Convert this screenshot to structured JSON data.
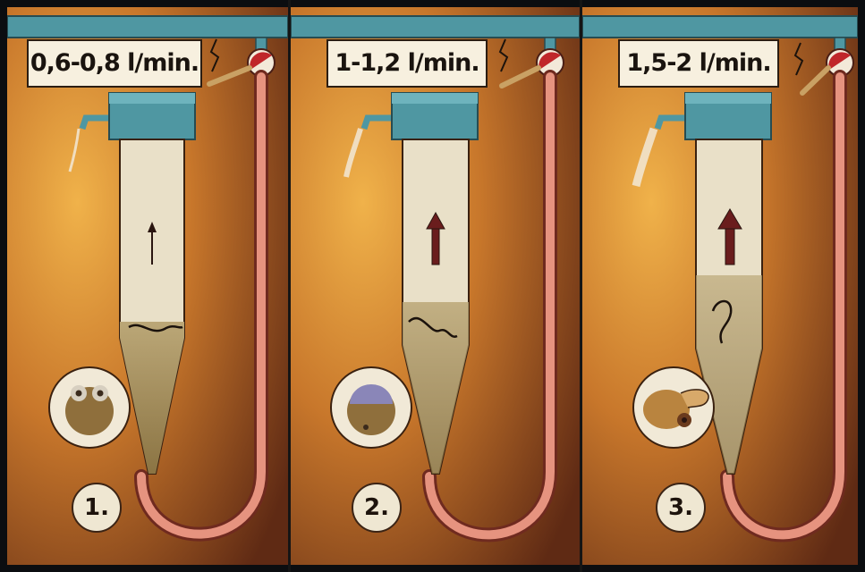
{
  "panels": [
    {
      "flow_label": "0,6-0,8 l/min.",
      "step": "1.",
      "egg_stage": "eyed-egg"
    },
    {
      "flow_label": "1-1,2 l/min.",
      "step": "2.",
      "egg_stage": "developing-embryo"
    },
    {
      "flow_label": "1,5-2 l/min.",
      "step": "3.",
      "egg_stage": "hatching-larva"
    }
  ],
  "colors": {
    "frame": "#3a2110",
    "pipe": "#4f97a2",
    "jar": "#e9e0c8",
    "hose": "#e6937f",
    "arrow": "#6a1d1d",
    "background_light": "#e2a23a",
    "background_dark": "#5f2a14"
  },
  "icons": [
    "water-outflow-icon",
    "flow-up-arrow-icon",
    "valve-icon",
    "egg-icon"
  ]
}
